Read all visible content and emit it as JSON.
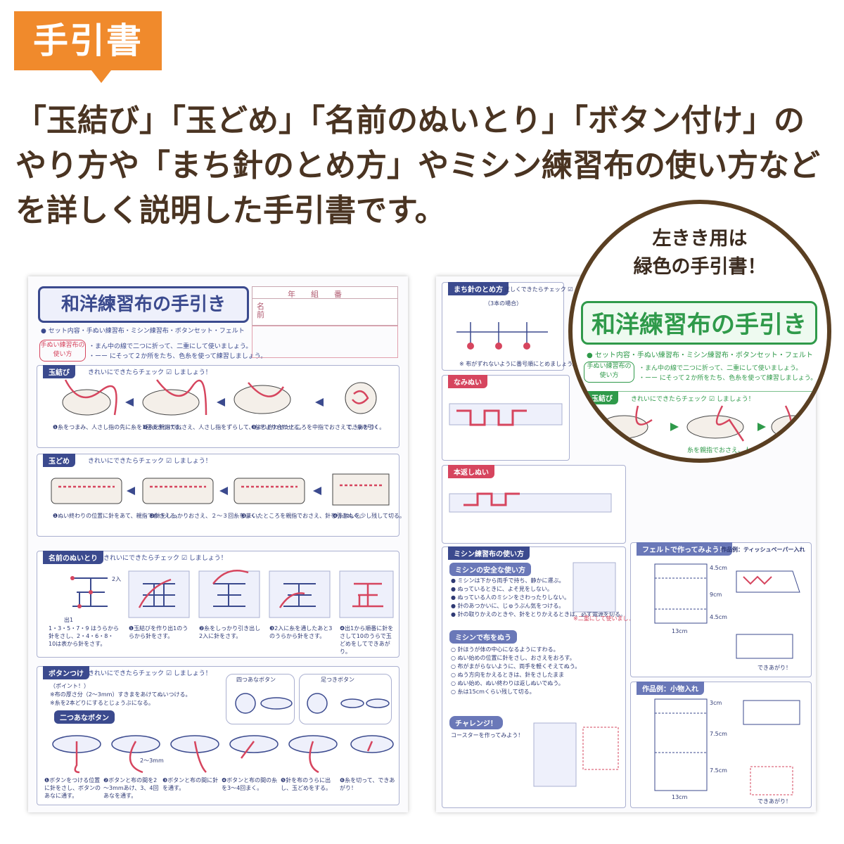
{
  "tag": {
    "label": "手引書"
  },
  "headline": {
    "line1": "「玉結び」「玉どめ」「名前のぬいとり」「ボタン付け」の",
    "line2": "やり方や「まち針のとめ方」やミシン練習布の使い方など",
    "line3": "を詳しく説明した手引書です。"
  },
  "badge": {
    "line1": "左きき用は",
    "line2": "緑色の手引書！",
    "banner": "和洋練習布の手引き",
    "contents": "● セット内容・手ぬい練習布・ミシン練習布・ボタンセット・フェルト",
    "usage_label": "手ぬい練習布の使い方",
    "usage_text1": "・まん中の線で二つに折って、二重にして使いましょう。",
    "usage_text2": "・ーー にそって２か所をたち、色糸を使って練習しましょう。",
    "tamamusubi": "玉結び",
    "check": "きれいにできたらチェック ☑ しましょう！",
    "cap": "糸を親指でおさえ、人さし指をずらして、糸をより合わせる。"
  },
  "left_sheet": {
    "banner": "和洋練習布の手引き",
    "name_grade": "年　　組　　番",
    "name_label": "名前",
    "contents": "● セット内容・手ぬい練習布・ミシン練習布・ボタンセット・フェルト",
    "usage_label": "手ぬい練習布の使い方",
    "usage_text1": "・まん中の線で二つに折って、二重にして使いましょう。",
    "usage_text2": "・ーー にそって２か所をたち、色糸を使って練習しましょう。",
    "check": "きれいにできたらチェック ☑ しましょう！",
    "sections": [
      {
        "label": "玉結び",
        "captions": [
          "❶糸をつまみ、人さし指の先に糸を1回まきつける。",
          "❷糸を親指でおさえ、人さし指をずらして、糸をより合わせる。",
          "❸より合わせたところを中指でおさえて、糸を引く。",
          "できあがり！"
        ]
      },
      {
        "label": "玉どめ",
        "captions": [
          "❶ぬい終わりの位置に針をあて、親指でおさえる。",
          "❷針をしっかりおさえ、２～３回糸をまく。",
          "❸まいたところを親指でおさえ、針を引きぬく。",
          "❹糸はしを少し残して切る。"
        ]
      },
      {
        "label": "名前のぬいとり",
        "captions": [
          "1・3・5・7・9 はうらから針をさし、2・4・6・8・10は表から針をさす。",
          "❶玉結びを作り出1のうらから針をさす。",
          "❷糸をしっかり引き出し2入に針をさす。",
          "❸2入に糸を通したあと3のうらから針をさす。",
          "❹出1から順番に針をさして10のうらで玉どめをしてできあがり。"
        ]
      },
      {
        "label": "ボタンつけ",
        "captions": [
          "❶ボタンをつける位置に針をさし、ボタンのあなに通す。",
          "❷ボタンと布の間を2～3mmあけ、3、4回あなを通す。",
          "❸ボタンと布の間に針を通す。",
          "❹ボタンと布の間の糸を3～4回まく。",
          "❺針を布のうらに出し、玉どめをする。",
          "❻糸を切って、できあがり！"
        ]
      }
    ],
    "button_point": "（ポイント！）",
    "button_note1": "※布の厚さ分（2～3mm）すきまをあけてぬいつける。",
    "button_note2": "※糸を2本どりにするとじょうぶになる。",
    "four_hole": "四つあなボタン",
    "shank": "足つきボタン",
    "two_hole": "二つあなボタン",
    "grid_start": "出1",
    "grid_in2": "2入",
    "gap": "2～3mm"
  },
  "right_sheet": {
    "pin_label": "まち針のとめ方",
    "pin_check": "正しくできたらチェック ☑ しましょう！",
    "pin_case": "（3本の場合）",
    "pin_note": "※ 布がずれないように番号順にとめましょう。",
    "namienui": "なみぬい",
    "honkaeshi": "本返しぬい",
    "mishin_label": "ミシン練習布の使い方",
    "safety_title": "ミシンの安全な使い方",
    "safety": [
      "● ミシンは下から両手で持ち、静かに運ぶ。",
      "● ぬっているときに、よそ見をしない。",
      "● ぬっている人のミシンをさわったりしない。",
      "● 針のあつかいに、じゅうぶん気をつける。",
      "● 針の取りかえのときや、針をとりかえるときは、必ず電源を切る。"
    ],
    "sew_title": "ミシンで布をぬう",
    "sew_steps": [
      "○ 針ほうが体の中心になるようにすわる。",
      "○ ぬい始めの位置に針をさし、おさえをおろす。",
      "○ 布がまがらないように、両手を軽くそえてぬう。",
      "○ ぬう方向をかえるときは、針をさしたまま",
      "○ ぬい始め、ぬい終わりは返しぬいでぬう。",
      "○ 糸は15cmくらい残して切る。"
    ],
    "challenge": "チャレンジ！",
    "coaster": "コースターを作ってみよう！",
    "felt_title": "フェルトで作ってみよう！",
    "example1": "作品例：ティッシュペーパー入れ",
    "example2": "作品例：小物入れ",
    "dims": [
      "4.5cm",
      "9cm",
      "4.5cm",
      "13cm",
      "3cm",
      "7.5cm",
      "7.5cm",
      "13cm"
    ],
    "done": "できあがり！",
    "double_note": "※二重にして使いましょう。"
  }
}
